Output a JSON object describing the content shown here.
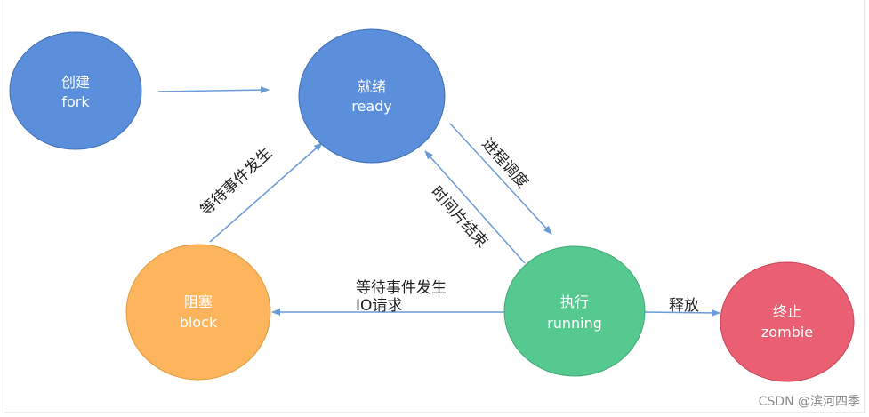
{
  "diagram": {
    "nodes": {
      "fork": {
        "title": "创建",
        "subtitle": "fork",
        "color": "#5b8fdc"
      },
      "ready": {
        "title": "就绪",
        "subtitle": "ready",
        "color": "#5b8fdc"
      },
      "block": {
        "title": "阻塞",
        "subtitle": "block",
        "color": "#fdb55d"
      },
      "running": {
        "title": "执行",
        "subtitle": "running",
        "color": "#56c990"
      },
      "zombie": {
        "title": "终止",
        "subtitle": "zombie",
        "color": "#ea5f72"
      }
    },
    "edges": {
      "ready_to_running": "进程调度",
      "running_to_ready": "时间片结束",
      "block_to_ready": "等待事件发生",
      "running_to_block_line1": "等待事件发生",
      "running_to_block_line2": "IO请求",
      "running_to_zombie": "释放"
    },
    "arrow_color": "#6a9bd8"
  },
  "watermark": "CSDN @滨河四季"
}
